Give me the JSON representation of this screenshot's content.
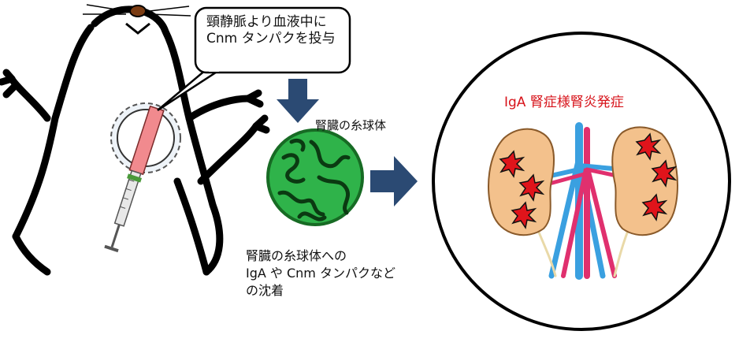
{
  "callout": {
    "line1": "頸静脈より血液中に",
    "line2": "Cnm タンパクを投与"
  },
  "glomerulus_label": "腎臓の糸球体",
  "deposit": {
    "line1": "腎臓の糸球体への",
    "line2": "IgA や Cnm タンパクなど",
    "line3": "の沈着"
  },
  "result_title": "IgA 腎症様腎炎発症",
  "colors": {
    "arrow": "#2b4a73",
    "glomerulus": "#2fb34a",
    "kidney": "#f3c18c",
    "lesion": "#e0141b",
    "artery": "#e0306e",
    "vein": "#3aa0e0",
    "title_red": "#d7131a"
  }
}
